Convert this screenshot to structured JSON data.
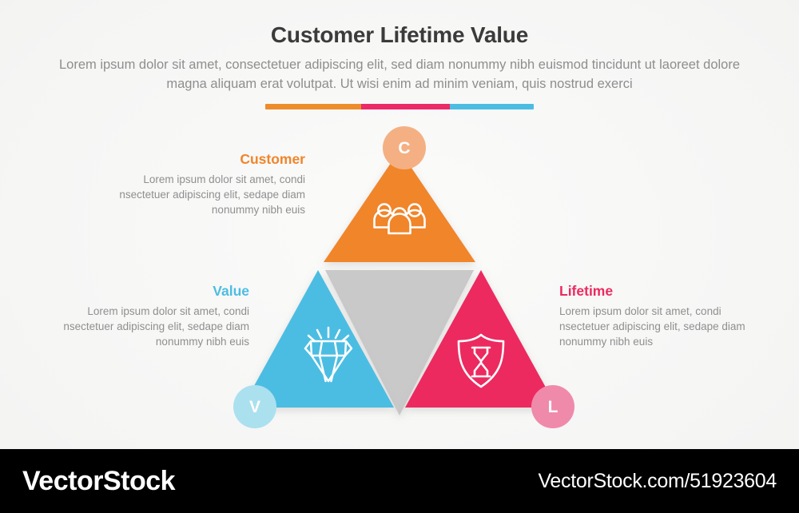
{
  "header": {
    "title": "Customer Lifetime Value",
    "subtitle": "Lorem ipsum dolor sit amet, consectetuer adipiscing elit, sed diam nonummy nibh euismod tincidunt ut laoreet dolore magna aliquam erat volutpat. Ut wisi enim ad minim veniam, quis nostrud exerci",
    "divider_colors": [
      "#ee8c2b",
      "#ec2a68",
      "#4cbde2"
    ]
  },
  "colors": {
    "orange": "#f0852a",
    "orange_badge": "#f4b083",
    "blue": "#4cbde2",
    "blue_badge": "#abe0ef",
    "pink": "#ec2a5f",
    "pink_badge": "#ef8aab",
    "gray_center": "#c9c9c9",
    "background": "#f5f5f4",
    "title_text": "#3b3b3b",
    "body_text": "#8f8f8f"
  },
  "segments": [
    {
      "key": "customer",
      "badge_letter": "C",
      "title": "Customer",
      "title_color": "#f0852a",
      "body": "Lorem ipsum dolor sit amet, condi nsectetuer adipiscing elit, sedape diam nonummy nibh euis",
      "icon": "people-icon",
      "fill": "#f0852a",
      "badge_fill": "#f4b083"
    },
    {
      "key": "value",
      "badge_letter": "V",
      "title": "Value",
      "title_color": "#4cbde2",
      "body": "Lorem ipsum dolor sit amet, condi nsectetuer adipiscing elit, sedape diam nonummy nibh euis",
      "icon": "diamond-icon",
      "fill": "#4cbde2",
      "badge_fill": "#abe0ef"
    },
    {
      "key": "lifetime",
      "badge_letter": "L",
      "title": "Lifetime",
      "title_color": "#ec2a5f",
      "body": "Lorem ipsum dolor sit amet, condi nsectetuer adipiscing elit, sedape diam nonummy nibh euis",
      "icon": "shield-hourglass-icon",
      "fill": "#ec2a5f",
      "badge_fill": "#ef8aab"
    }
  ],
  "center": {
    "shape": "inverted-triangle",
    "fill": "#c9c9c9"
  },
  "footer": {
    "logo": "VectorStock",
    "url": "VectorStock.com/51923604"
  }
}
